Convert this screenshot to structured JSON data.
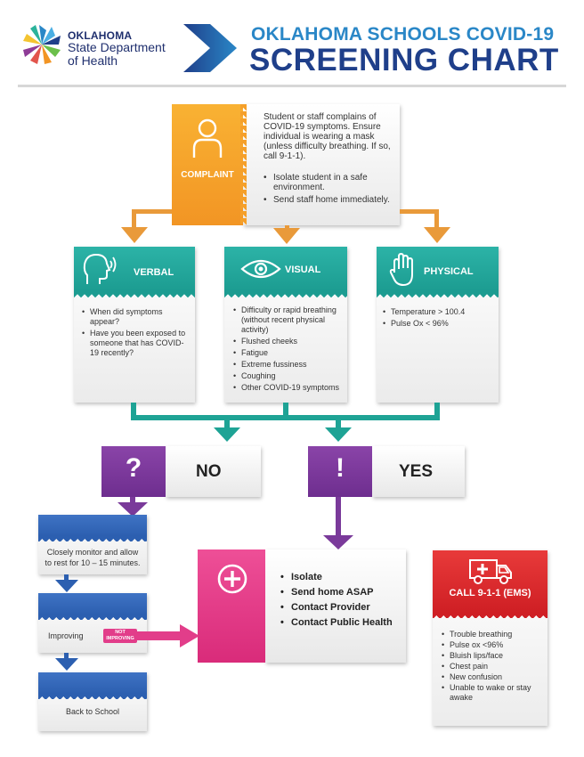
{
  "header": {
    "logo_line1": "OKLAHOMA",
    "logo_line2": "State Department",
    "logo_line3": "of Health",
    "title_line1": "OKLAHOMA SCHOOLS COVID-19",
    "title_line2": "SCREENING CHART"
  },
  "complaint": {
    "label": "COMPLAINT",
    "text": "Student or staff complains of COVID-19 symptoms. Ensure individual is wearing a mask (unless difficulty breathing. If so, call 9-1-1).",
    "items": [
      "Isolate student in a safe environment.",
      "Send staff home immediately."
    ]
  },
  "verbal": {
    "title": "VERBAL",
    "items": [
      "When did symptoms appear?",
      "Have you been exposed to someone that has COVID-19 recently?"
    ]
  },
  "visual": {
    "title": "VISUAL",
    "items": [
      "Difficulty or rapid breathing (without recent physical activity)",
      "Flushed cheeks",
      "Fatigue",
      "Extreme fussiness",
      "Coughing",
      "Other COVID-19 symptoms"
    ]
  },
  "physical": {
    "title": "PHYSICAL",
    "items": [
      "Temperature > 100.4",
      "Pulse Ox < 96%"
    ]
  },
  "decision": {
    "no_symbol": "?",
    "no_label": "NO",
    "yes_symbol": "!",
    "yes_label": "YES"
  },
  "monitor": {
    "step1": "Closely monitor and allow to rest for 10 – 15 minutes.",
    "step2": "Improving",
    "not_improving": "NOT IMPROVING",
    "step3": "Back to School"
  },
  "actions": {
    "items": [
      "Isolate",
      "Send home ASAP",
      "Contact Provider",
      "Contact Public Health"
    ]
  },
  "ems": {
    "title": "CALL 9-1-1 (EMS)",
    "items": [
      "Trouble breathing",
      "Pulse ox <96%",
      "Bluish lips/face",
      "Chest pain",
      "New confusion",
      "Unable to wake or stay awake"
    ]
  },
  "colors": {
    "orange": "#f5a02a",
    "teal": "#1c9c91",
    "purple": "#7a3a9a",
    "blue": "#2c5fb0",
    "pink": "#e23d8a",
    "red": "#cf1f24",
    "title_blue": "#1f3f8a"
  }
}
